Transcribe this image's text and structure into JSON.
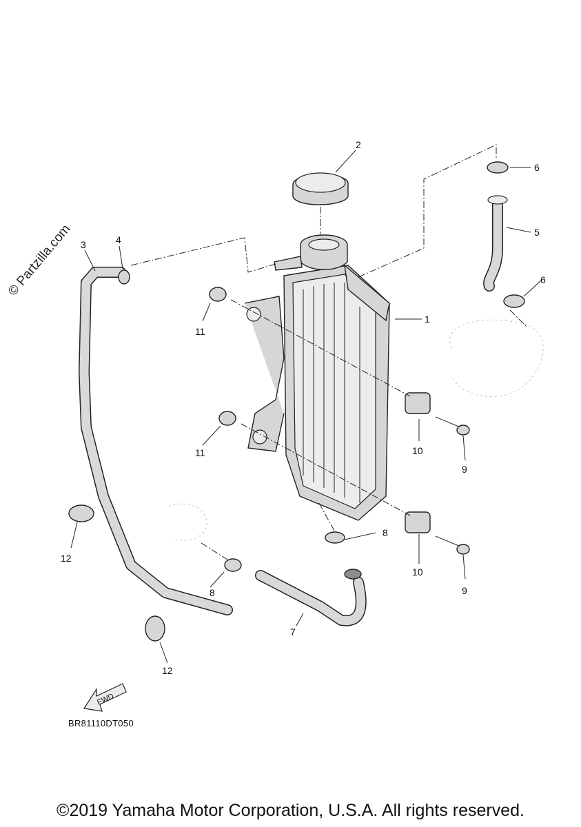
{
  "watermark": "© Partzilla.com",
  "diagram_code": "BR81110DT050",
  "copyright": "©2019 Yamaha Motor Corporation, U.S.A. All rights reserved.",
  "fwd_label": "FWD",
  "callouts": [
    "1",
    "2",
    "3",
    "4",
    "5",
    "6",
    "6",
    "7",
    "8",
    "8",
    "9",
    "9",
    "10",
    "10",
    "11",
    "11",
    "12",
    "12"
  ]
}
